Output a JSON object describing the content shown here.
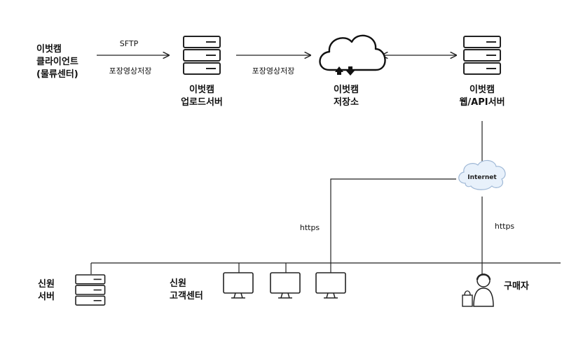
{
  "nodes": {
    "client": {
      "line1": "이벗캠",
      "line2": "클라이언트",
      "line3": "(물류센터)"
    },
    "upload_server": {
      "line1": "이벗캠",
      "line2": "업로드서버"
    },
    "storage": {
      "line1": "이벗캠",
      "line2": "저장소"
    },
    "web_server": {
      "line1": "이벗캠",
      "line2": "웹/API서버"
    },
    "shinwon_server": {
      "line1": "신원",
      "line2": "서버"
    },
    "call_center": {
      "line1": "신원",
      "line2": "고객센터"
    },
    "buyer": {
      "label": "구매자"
    },
    "internet": {
      "label": "Internet"
    }
  },
  "edges": {
    "client_to_upload_top": "SFTP",
    "client_to_upload_bottom": "포장영상저장",
    "upload_to_storage": "포장영상저장",
    "internet_to_center": "https",
    "internet_to_buyer": "https"
  },
  "colors": {
    "line": "#222222",
    "server_fill": "#ffffff",
    "cloud_stroke": "#111111",
    "internet_fill": "#e8f1fb"
  }
}
